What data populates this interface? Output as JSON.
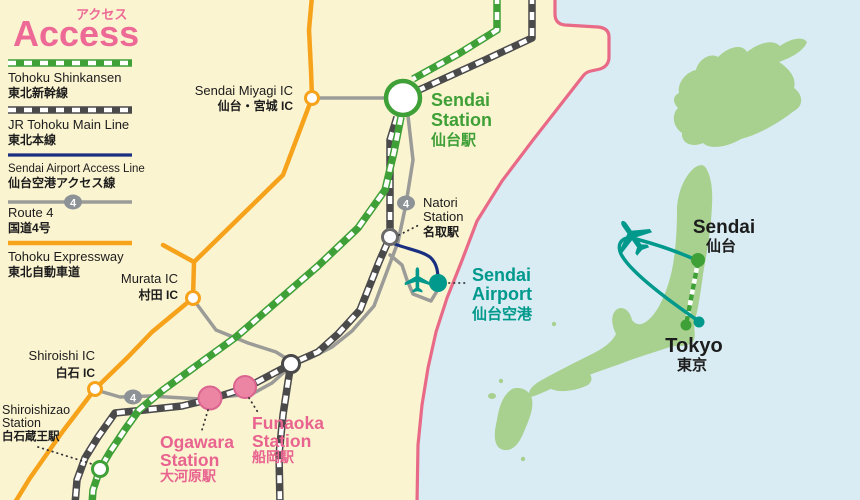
{
  "page": {
    "title_en": "Access",
    "title_ja": "アクセス"
  },
  "legend": {
    "items": [
      {
        "en": "Tohoku Shinkansen",
        "ja": "東北新幹線",
        "color": "#3fa037",
        "style": "railway"
      },
      {
        "en": "JR Tohoku Main Line",
        "ja": "東北本線",
        "color": "#4a4a4a",
        "style": "railway"
      },
      {
        "en": "Sendai Airport Access Line",
        "ja": "仙台空港アクセス線",
        "color": "#1b2f80",
        "style": "solid"
      },
      {
        "en": "Route 4",
        "ja": "国道4号",
        "color": "#9b9b97",
        "style": "road",
        "badge": "4"
      },
      {
        "en": "Tohoku Expressway",
        "ja": "東北自動車道",
        "color": "#f6a21b",
        "style": "solid"
      }
    ]
  },
  "map": {
    "labels": {
      "sendai_station": {
        "en1": "Sendai",
        "en2": "Station",
        "ja": "仙台駅"
      },
      "sendai_miyagi_ic": {
        "en": "Sendai Miyagi IC",
        "ja": "仙台・宮城 IC"
      },
      "natori_station": {
        "en1": "Natori",
        "en2": "Station",
        "ja": "名取駅"
      },
      "sendai_airport": {
        "en1": "Sendai",
        "en2": "Airport",
        "ja": "仙台空港"
      },
      "murata_ic": {
        "en": "Murata IC",
        "ja": "村田 IC"
      },
      "shiroishi_ic": {
        "en": "Shiroishi IC",
        "ja": "白石 IC"
      },
      "shiroishizao_station": {
        "en1": "Shiroishizao",
        "en2": "Station",
        "ja": "白石蔵王駅"
      },
      "ogawara_station": {
        "en1": "Ogawara",
        "en2": "Station",
        "ja": "大河原駅"
      },
      "funaoka_station": {
        "en1": "Funaoka",
        "en2": "Station",
        "ja": "船岡駅"
      },
      "route_badge": "4"
    }
  },
  "inset": {
    "sendai": {
      "en": "Sendai",
      "ja": "仙台"
    },
    "tokyo": {
      "en": "Tokyo",
      "ja": "東京"
    }
  },
  "colors": {
    "land": "#fbf4d1",
    "sea": "#d9ecf4",
    "coast": "#e96a87",
    "shinkansen_green": "#3fa037",
    "jr_dark": "#4a4a4a",
    "airport_navy": "#1b2f80",
    "road_gray": "#9b9b97",
    "expressway_orange": "#f6a21b",
    "station_pink": "#ec84a4",
    "teal": "#00998c",
    "title_pink": "#ed6a96",
    "inset_land": "#a8d08f"
  }
}
